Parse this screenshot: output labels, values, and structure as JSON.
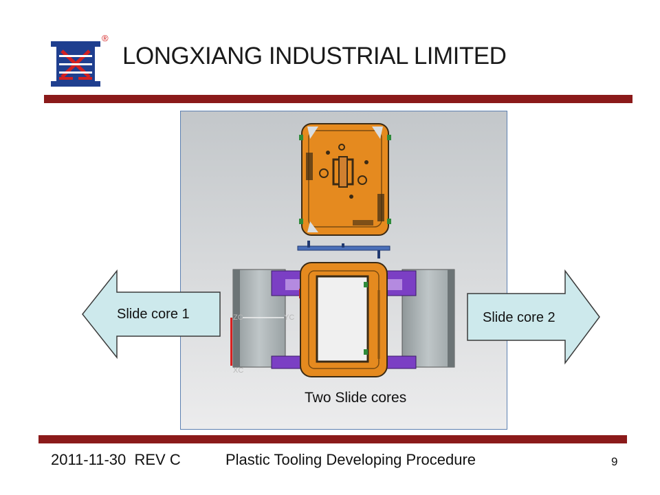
{
  "header": {
    "company_name": "LONGXIANG INDUSTRIAL LIMITED",
    "logo": {
      "icon": "longxiang-logo-icon",
      "registered_mark": "®"
    }
  },
  "figure": {
    "icon": "mold-slide-core-diagram",
    "left_arrow_label": "Slide core 1",
    "right_arrow_label": "Slide core 2",
    "caption": "Two Slide cores"
  },
  "footer": {
    "date_rev": "2011-11-30  REV C",
    "document_title": "Plastic Tooling Developing Procedure",
    "page_number": "9"
  },
  "colors": {
    "accent_bar": "#8b1a1a",
    "logo_blue": "#1f3f8f",
    "logo_red": "#d42020",
    "arrow_fill": "#cde9ec",
    "part_orange": "#e58a1f",
    "slide_purple": "#7b3fc4",
    "figure_border": "#5b7fb0"
  }
}
